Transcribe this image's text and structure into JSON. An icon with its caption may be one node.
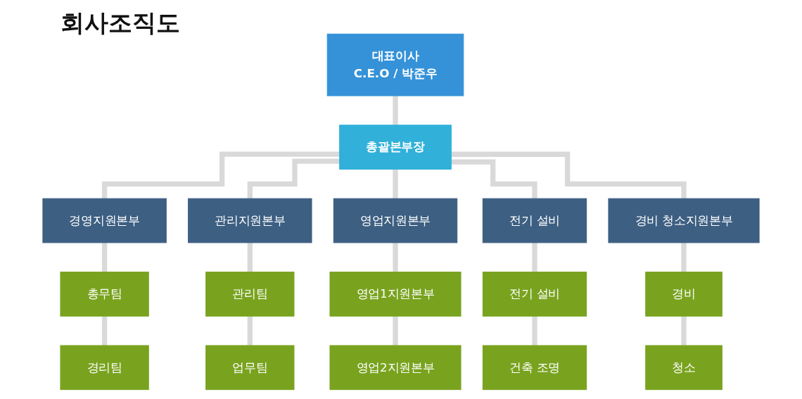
{
  "diagram": {
    "title": "회사조직도",
    "nodes": [
      {
        "text": [
          "대표이사",
          "C.E.O / 박준우"
        ]
      },
      {
        "text": [
          "총괄본부장"
        ]
      },
      {
        "text": [
          "경영지원본부"
        ]
      },
      {
        "text": [
          "관리지원본부"
        ]
      },
      {
        "text": [
          "영업지원본부"
        ]
      },
      {
        "text": [
          "전기 설비"
        ]
      },
      {
        "text": [
          "경비 청소지원본부"
        ]
      },
      {
        "text": [
          "총무팀"
        ]
      },
      {
        "text": [
          "관리팀"
        ]
      },
      {
        "text": [
          "영업1지원본부"
        ]
      },
      {
        "text": [
          "전기 설비"
        ]
      },
      {
        "text": [
          "경비"
        ]
      },
      {
        "text": [
          "경리팀"
        ]
      },
      {
        "text": [
          "업무팀"
        ]
      },
      {
        "text": [
          "영업2지원본부"
        ]
      },
      {
        "text": [
          "건축 조명"
        ]
      },
      {
        "text": [
          "청소"
        ]
      }
    ],
    "edges": [
      {
        "from": 0,
        "to": 1,
        "arrow": "none"
      },
      {
        "from": 1,
        "to": 2,
        "arrow": "none"
      },
      {
        "from": 1,
        "to": 3,
        "arrow": "none"
      },
      {
        "from": 1,
        "to": 4,
        "arrow": "none"
      },
      {
        "from": 1,
        "to": 5,
        "arrow": "none"
      },
      {
        "from": 1,
        "to": 6,
        "arrow": "none"
      },
      {
        "from": 2,
        "to": 7,
        "arrow": "none"
      },
      {
        "from": 3,
        "to": 8,
        "arrow": "none"
      },
      {
        "from": 4,
        "to": 9,
        "arrow": "none"
      },
      {
        "from": 5,
        "to": 10,
        "arrow": "none"
      },
      {
        "from": 6,
        "to": 11,
        "arrow": "none"
      },
      {
        "from": 7,
        "to": 12,
        "arrow": "none"
      },
      {
        "from": 8,
        "to": 13,
        "arrow": "none"
      },
      {
        "from": 9,
        "to": 14,
        "arrow": "none"
      },
      {
        "from": 10,
        "to": 15,
        "arrow": "none"
      },
      {
        "from": 11,
        "to": 16,
        "arrow": "none"
      }
    ]
  }
}
